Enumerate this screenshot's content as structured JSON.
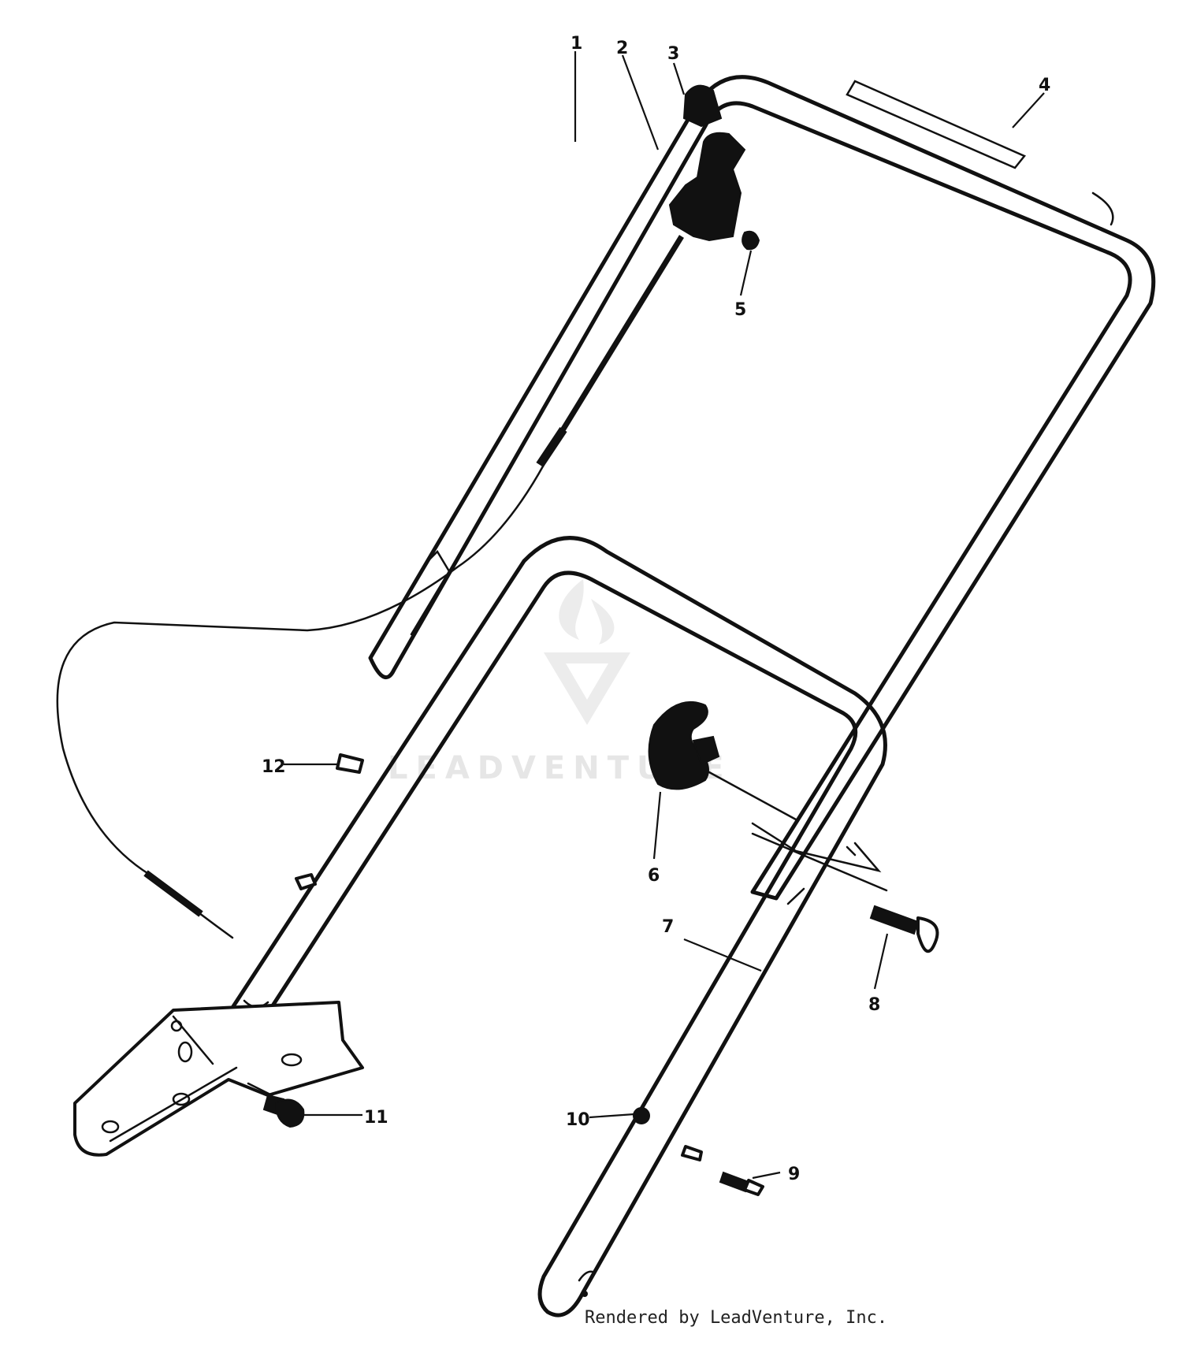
{
  "watermark": {
    "brand": "LEADVENTURE"
  },
  "credit": "Rendered by LeadVenture, Inc.",
  "callouts": [
    {
      "id": "1",
      "label": "1"
    },
    {
      "id": "2",
      "label": "2"
    },
    {
      "id": "3",
      "label": "3"
    },
    {
      "id": "4",
      "label": "4"
    },
    {
      "id": "5",
      "label": "5"
    },
    {
      "id": "6",
      "label": "6"
    },
    {
      "id": "7",
      "label": "7"
    },
    {
      "id": "8",
      "label": "8"
    },
    {
      "id": "9",
      "label": "9"
    },
    {
      "id": "10",
      "label": "10"
    },
    {
      "id": "11",
      "label": "11"
    },
    {
      "id": "12",
      "label": "12"
    }
  ]
}
